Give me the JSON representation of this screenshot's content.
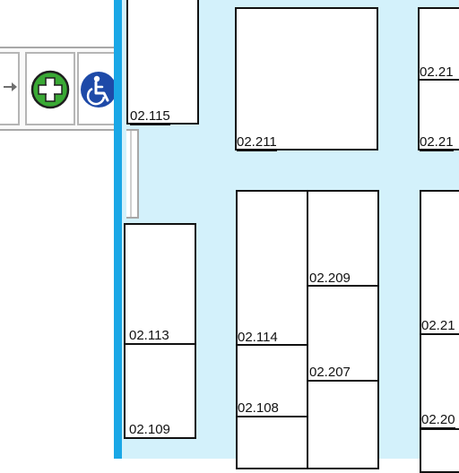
{
  "map": {
    "colors": {
      "floor": "#d3f1fb",
      "corridor_line": "#1aa7e6",
      "wall": "#111111",
      "room_fill": "#ffffff"
    },
    "icons": [
      "first-aid-icon",
      "wheelchair-accessible-icon"
    ],
    "rooms": {
      "r02_115": "02.115",
      "r02_211": "02.211",
      "r02_21x_top": "02.21",
      "r02_21x_mid": "02.21",
      "r02_209": "02.209",
      "r02_113": "02.113",
      "r02_114": "02.114",
      "r02_207": "02.207",
      "r02_21x_right": "02.21",
      "r02_108": "02.108",
      "r02_109": "02.109",
      "r02_20x_right": "02.20"
    }
  }
}
